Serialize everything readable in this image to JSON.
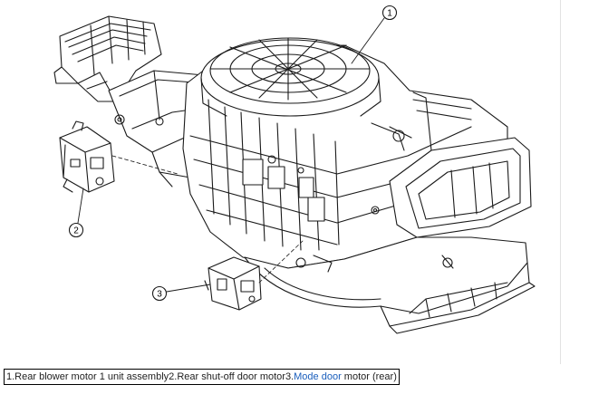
{
  "callouts": [
    {
      "number": "1"
    },
    {
      "number": "2"
    },
    {
      "number": "3"
    }
  ],
  "caption": {
    "part1": "1.Rear blower motor 1 unit assembly",
    "part2": "2.Rear shut-off door motor",
    "part3_prefix": "3.",
    "part3_link": "Mode door",
    "part3_suffix": " motor (rear)"
  },
  "colors": {
    "line": "#1a1a1a",
    "link": "#1a5ebc",
    "divider": "#e2e2e2"
  }
}
